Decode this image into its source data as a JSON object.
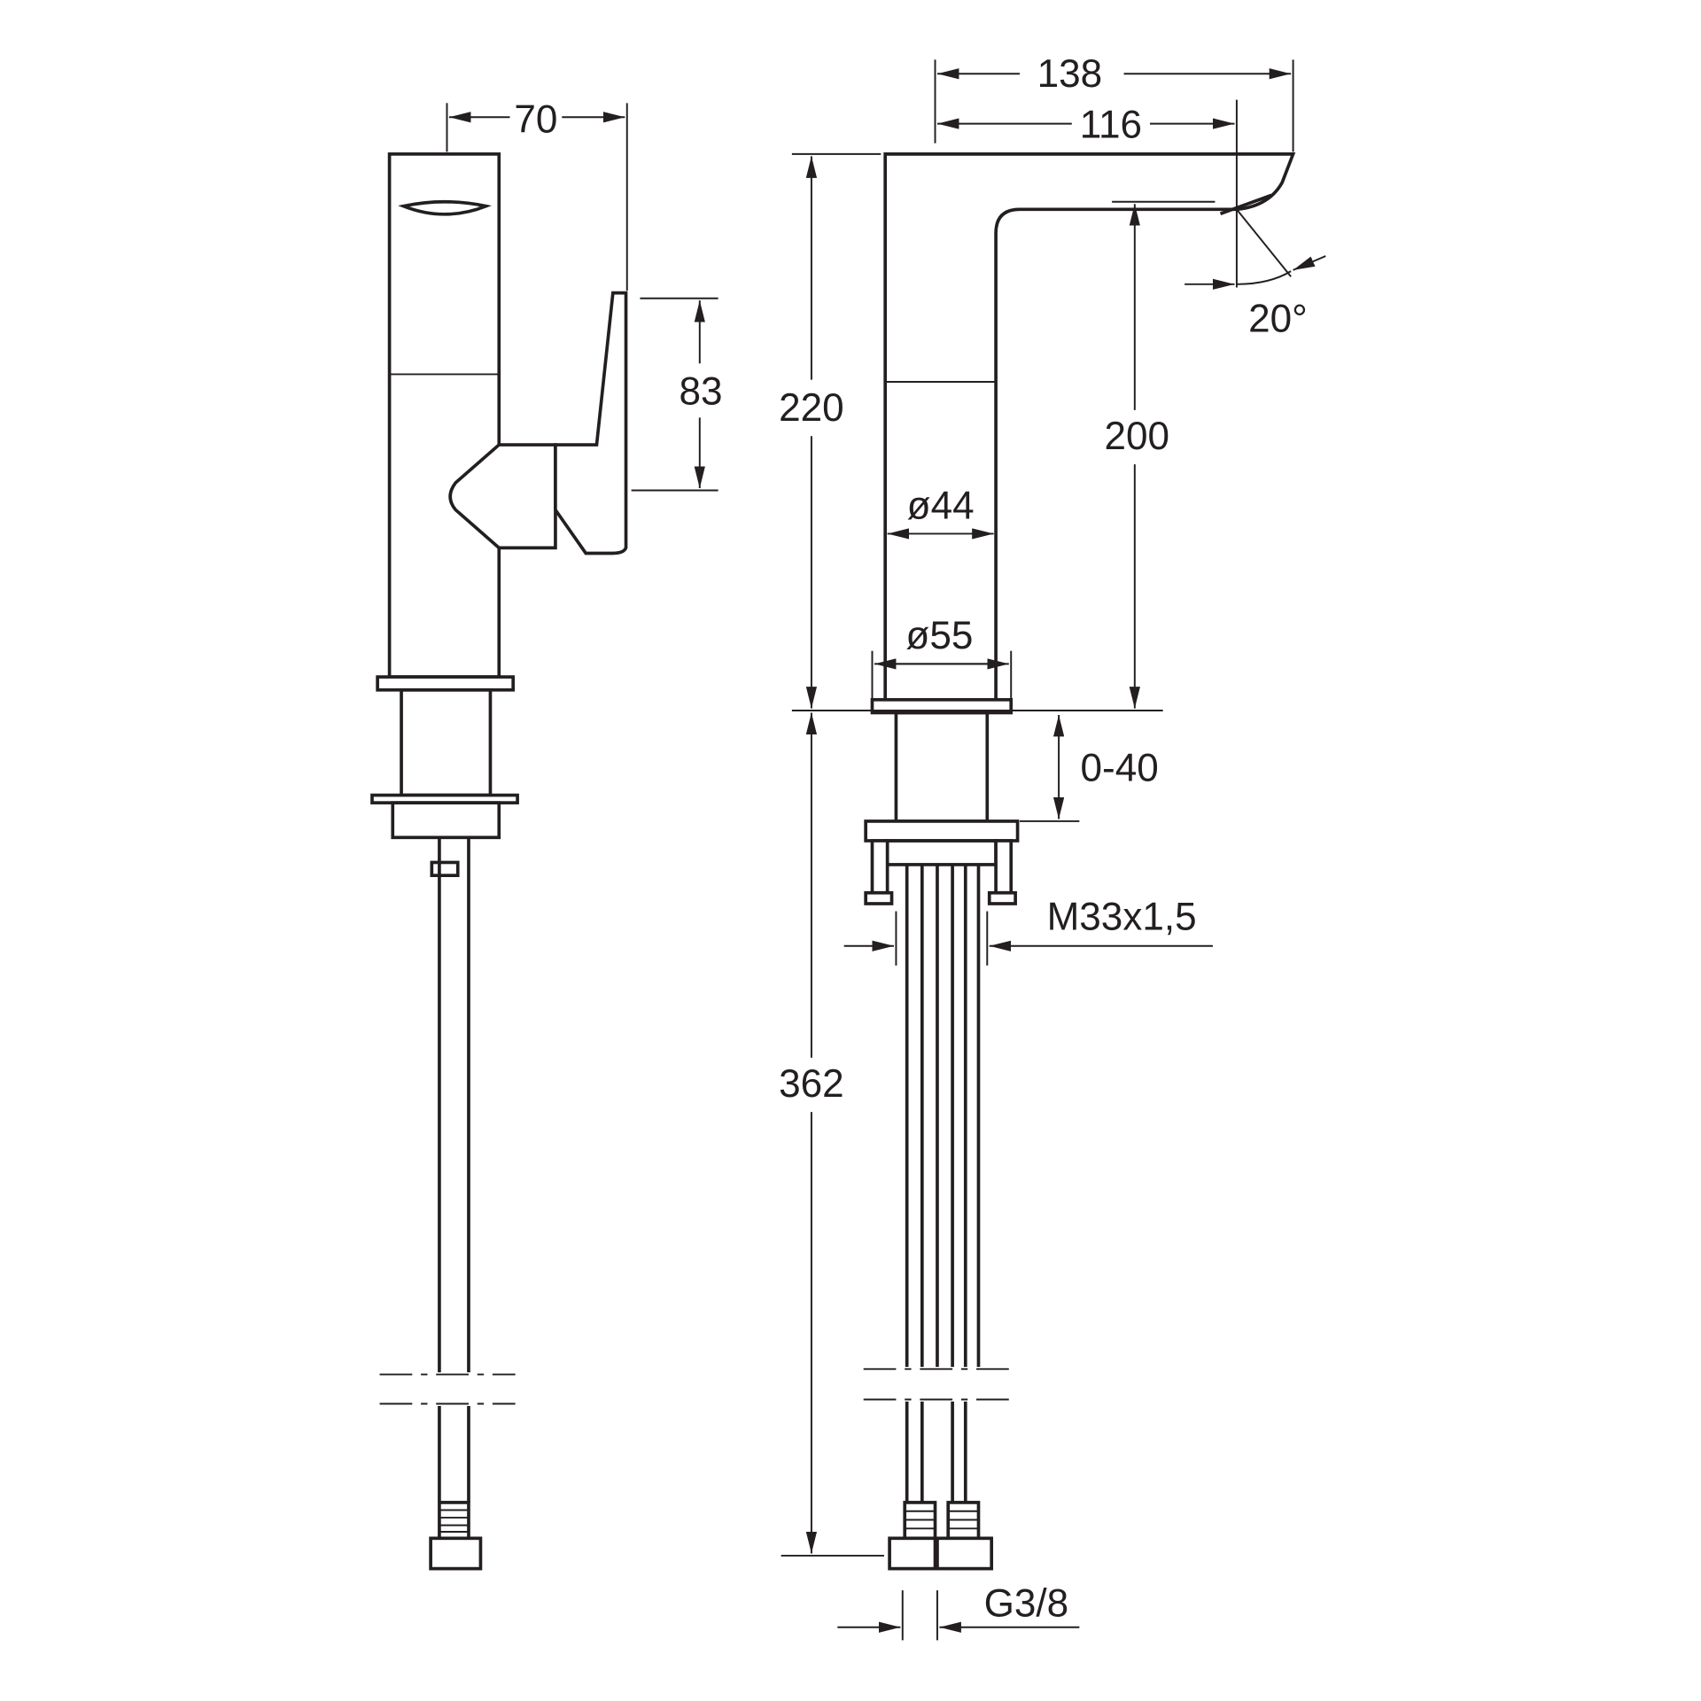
{
  "side_view": {
    "width_label": "70",
    "lever_height_label": "83"
  },
  "front_view": {
    "projection_label": "138",
    "spout_reach_label": "116",
    "total_height_label": "220",
    "spout_clearance_label": "200",
    "spout_angle_label": "20°",
    "body_diameter_label": "ø44",
    "base_diameter_label": "ø55",
    "deck_thickness_label": "0-40",
    "thread_label": "M33x1,5",
    "hose_length_label": "362",
    "connection_label": "G3/8"
  },
  "colors": {
    "line": "#231f20",
    "background": "#ffffff"
  }
}
